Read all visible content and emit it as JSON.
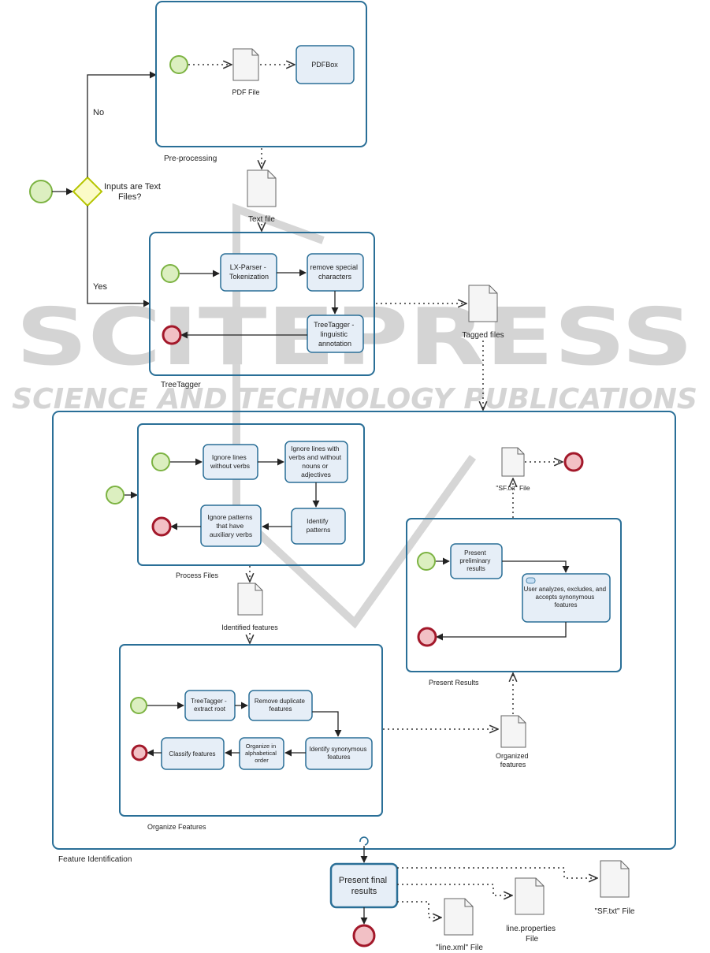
{
  "watermark": {
    "main": "SCITEPRESS",
    "sub": "SCIENCE AND TECHNOLOGY PUBLICATIONS"
  },
  "gateway": {
    "question": [
      "Inputs are Text",
      "Files?"
    ],
    "no_label": "No",
    "yes_label": "Yes"
  },
  "preprocessing": {
    "title": "Pre-processing",
    "pdf_file": "PDF File",
    "pdfbox": "PDFBox"
  },
  "text_file": "Text file",
  "treetagger": {
    "title": "TreeTagger",
    "lx_parser": [
      "LX-Parser -",
      "Tokenization"
    ],
    "remove_special": [
      "remove special",
      "characters"
    ],
    "treetagger_task": [
      "TreeTagger -",
      "linguistic",
      "annotation"
    ]
  },
  "tagged_files": "Tagged files",
  "feature_identification": {
    "title": "Feature Identification",
    "process_files": {
      "title": "Process Files",
      "ignore_no_verbs": [
        "Ignore lines",
        "without verbs"
      ],
      "ignore_verbs_nouns": [
        "Ignore lines with",
        "verbs and without",
        "nouns or",
        "adjectives"
      ],
      "identify_patterns": [
        "Identify",
        "patterns"
      ],
      "ignore_aux": [
        "Ignore patterns",
        "that have",
        "auxiliary verbs"
      ]
    },
    "identified_features": "Identified features",
    "organize_features": {
      "title": "Organize Features",
      "extract_root": [
        "TreeTagger -",
        "extract root"
      ],
      "remove_duplicate": [
        "Remove duplicate",
        "features"
      ],
      "identify_synonymous": [
        "Identify synonymous",
        "features"
      ],
      "organize_alpha": [
        "Organize in",
        "alphabetical",
        "order"
      ],
      "classify": "Classify features"
    },
    "organized_features": [
      "Organized",
      "features"
    ],
    "present_results": {
      "title": "Present Results",
      "preliminary": [
        "Present",
        "preliminary",
        "results"
      ],
      "user_analyzes": [
        "User analyzes, excludes, and",
        "accepts synonymous",
        "features"
      ]
    },
    "sf_file": "\"SF.txt\" File"
  },
  "final": {
    "present_final": [
      "Present final",
      "results"
    ],
    "line_xml": "\"line.xml\" File",
    "line_properties": [
      "line.properties",
      "File"
    ],
    "sf_txt": "\"SF.txt\" File"
  }
}
